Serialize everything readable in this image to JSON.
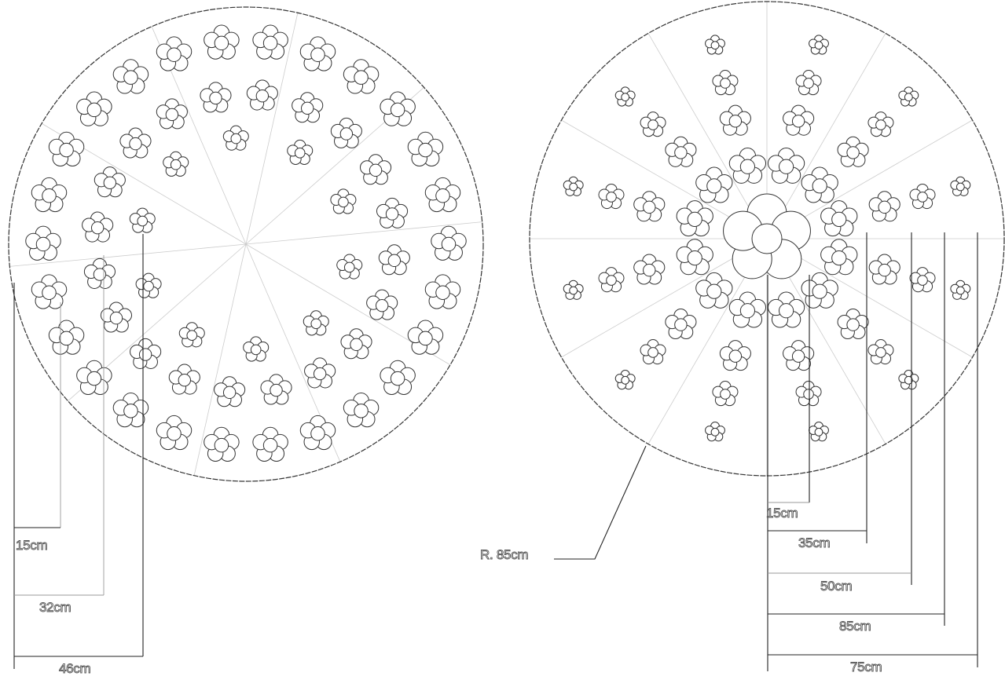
{
  "left_plan": {
    "dimensions": [
      {
        "label": "15cm"
      },
      {
        "label": "32cm"
      },
      {
        "label": "46cm"
      }
    ]
  },
  "right_plan": {
    "radius_label": "R. 85cm",
    "dimensions": [
      {
        "label": "15cm"
      },
      {
        "label": "35cm"
      },
      {
        "label": "50cm"
      },
      {
        "label": "85cm"
      },
      {
        "label": "75cm"
      }
    ]
  }
}
